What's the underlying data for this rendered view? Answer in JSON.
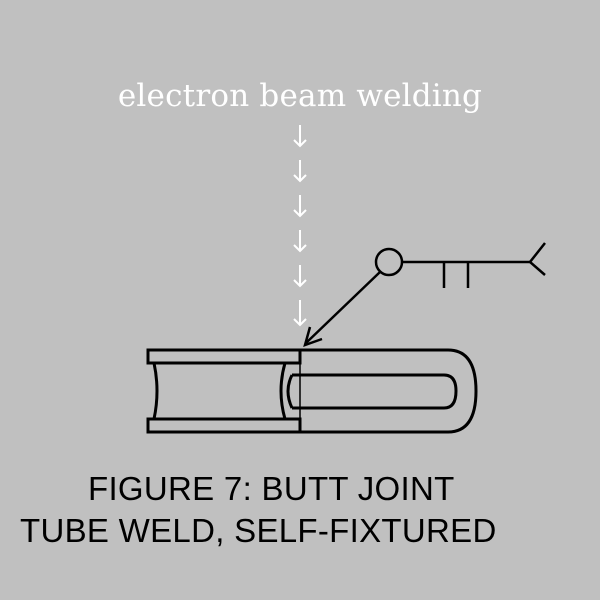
{
  "beam_label": "electron beam welding",
  "caption": {
    "line1": "FIGURE 7:  BUTT JOINT",
    "line2": "TUBE WELD, SELF-FIXTURED"
  },
  "colors": {
    "background": "#c0c0c0",
    "beam": "#ffffff",
    "lines": "#000000"
  }
}
